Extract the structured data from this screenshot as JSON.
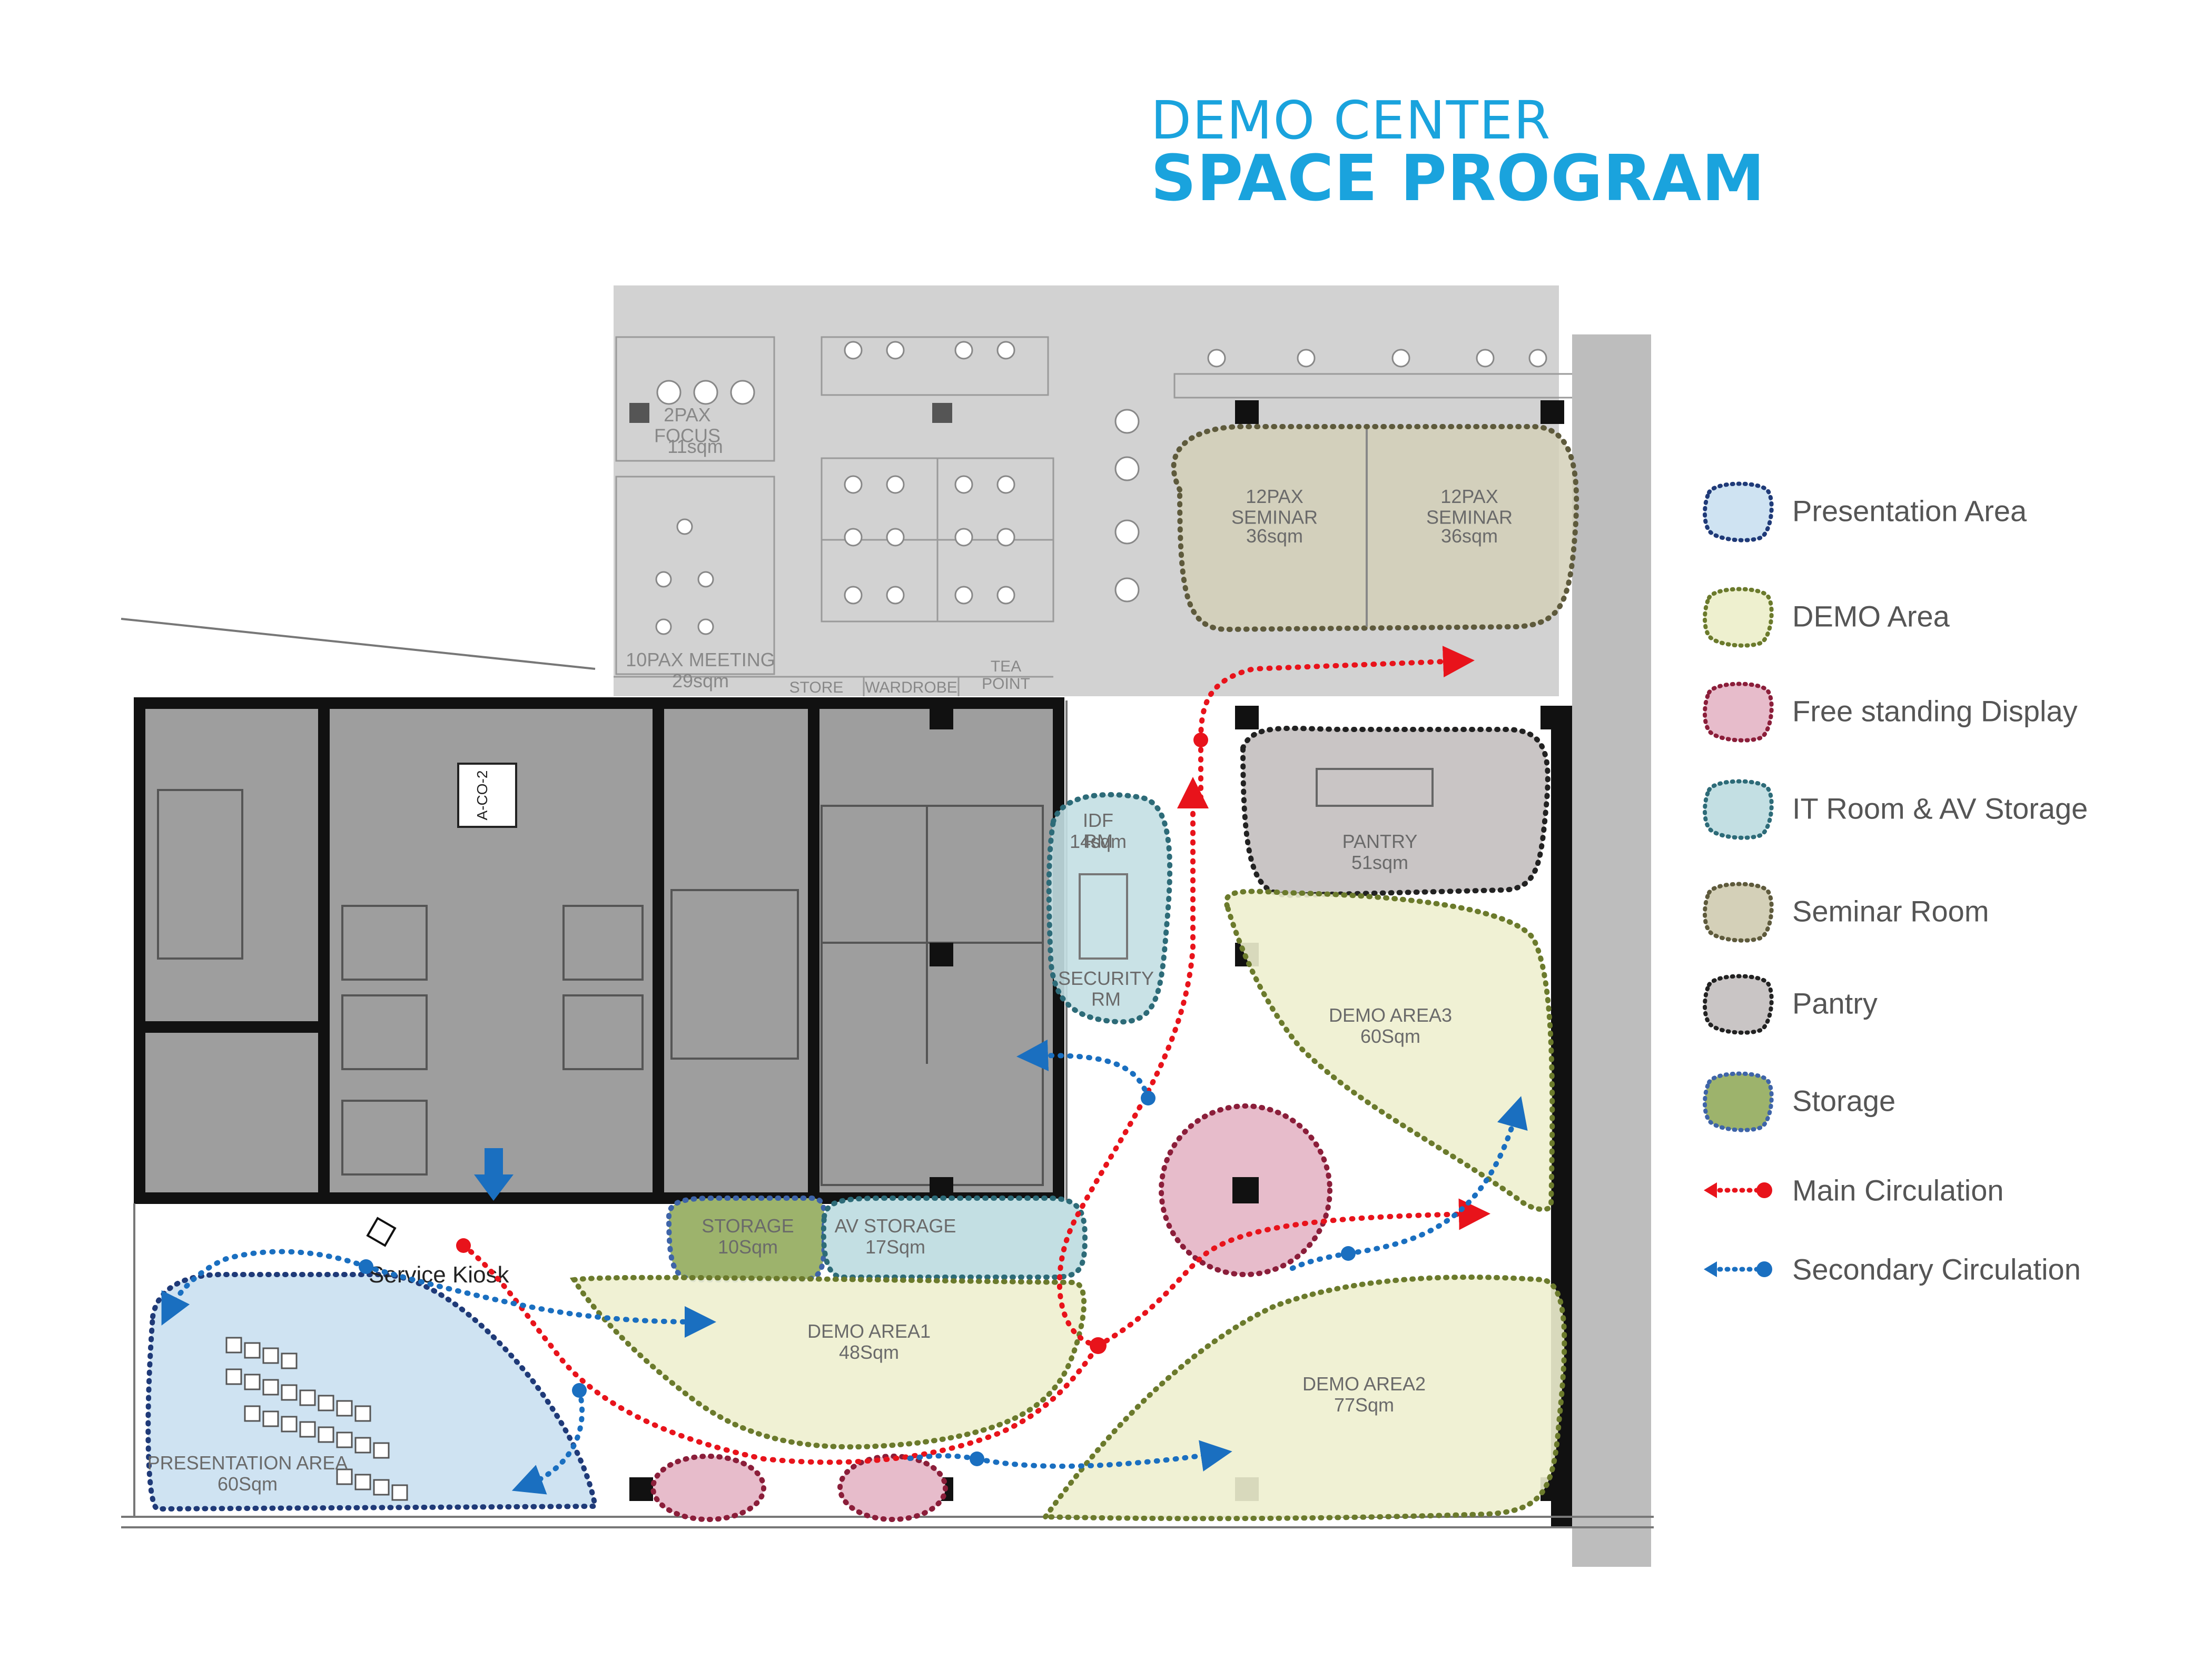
{
  "title": {
    "line1": "DEMO CENTER",
    "line2": "SPACE PROGRAM"
  },
  "legend": [
    {
      "label": "Presentation Area",
      "fill": "#cfe3f2",
      "stroke": "#1f3a78",
      "kind": "blob"
    },
    {
      "label": "DEMO Area",
      "fill": "#eef0cf",
      "stroke": "#6b7a2c",
      "kind": "blob"
    },
    {
      "label": "Free standing Display",
      "fill": "#e7bccb",
      "stroke": "#8b1e3a",
      "kind": "blob"
    },
    {
      "label": "IT Room & AV Storage",
      "fill": "#c3dfe3",
      "stroke": "#2d6b78",
      "kind": "blob"
    },
    {
      "label": "Seminar Room",
      "fill": "#d4d0b8",
      "stroke": "#5e5a3c",
      "kind": "blob"
    },
    {
      "label": "Pantry",
      "fill": "#c9c5c5",
      "stroke": "#222222",
      "kind": "blob"
    },
    {
      "label": "Storage",
      "fill": "#9db36c",
      "stroke": "#3e64a8",
      "kind": "blob"
    },
    {
      "label": "Main Circulation",
      "color": "#e8131b",
      "kind": "arrow"
    },
    {
      "label": "Secondary  Circulation",
      "color": "#1a6fc0",
      "kind": "arrow"
    }
  ],
  "rooms": {
    "focus": {
      "name": "2PAX\nFOCUS",
      "area": "11sqm"
    },
    "meeting": {
      "name": "10PAX MEETING",
      "area": "29sqm"
    },
    "seminar1": {
      "name": "12PAX\nSEMINAR",
      "area": "36sqm"
    },
    "seminar2": {
      "name": "12PAX\nSEMINAR",
      "area": "36sqm"
    },
    "pantry": {
      "name": "PANTRY",
      "area": "51sqm"
    },
    "it_room": {
      "name": "IDF\nRM",
      "area": "14sqm"
    },
    "security": {
      "name": "SECURITY\nRM"
    },
    "demo1": {
      "name": "DEMO AREA1",
      "area": "48Sqm"
    },
    "demo2": {
      "name": "DEMO AREA2",
      "area": "77Sqm"
    },
    "demo3": {
      "name": "DEMO AREA3",
      "area": "60Sqm"
    },
    "presentation": {
      "name": "PRESENTATION AREA",
      "area": "60Sqm"
    },
    "storage": {
      "name": "STORAGE",
      "area": "10Sqm"
    },
    "av_storage": {
      "name": "AV STORAGE",
      "area": "17Sqm"
    }
  },
  "labels": {
    "service_kiosk": "Service Kiosk",
    "store": "STORE",
    "wardrobe": "WARDROBE",
    "tea_point": "TEA\nPOINT",
    "aco2": "A-CO-2"
  },
  "colors": {
    "main_circulation": "#e8131b",
    "secondary_circulation": "#1a6fc0",
    "core_gray": "#9a9a9a",
    "upper_gray": "#d0d0d0"
  }
}
